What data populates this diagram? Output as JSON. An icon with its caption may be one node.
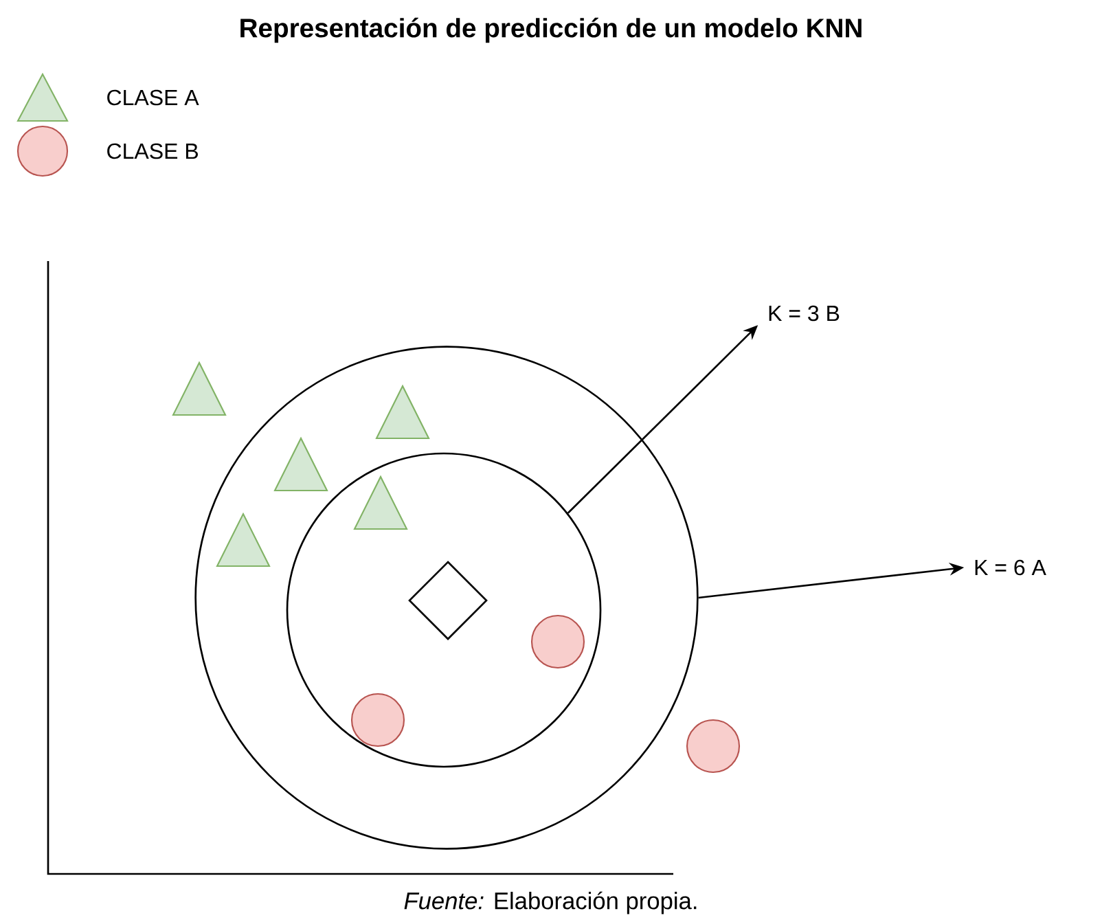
{
  "diagram": {
    "title": "Representación de predicción de un modelo KNN",
    "caption": "*Fuente:* Elaboración propia.",
    "nodes": [
      {
        "text": [],
        "shape": "circle"
      },
      {
        "text": [],
        "shape": "circle",
        "in": 0
      },
      {
        "text": [
          "K = 3 B"
        ]
      },
      {
        "text": [
          "K = 6 A"
        ]
      }
    ],
    "edges": [
      {
        "from": 1,
        "to": 2,
        "arrow": "to"
      },
      {
        "from": 0,
        "to": 3,
        "arrow": "to"
      }
    ],
    "legend": [
      {
        "text": "CLASE A"
      },
      {
        "text": "CLASE B"
      }
    ]
  }
}
